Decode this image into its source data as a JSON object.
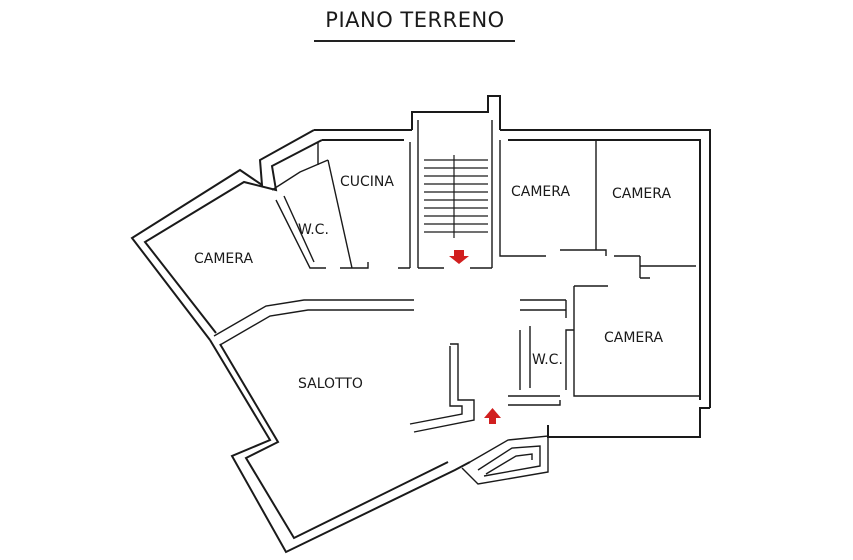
{
  "title": "PIANO TERRENO",
  "rooms": {
    "cucina": "CUCINA",
    "wc_top": "W.C.",
    "camera_left": "CAMERA",
    "camera_mid": "CAMERA",
    "camera_right": "CAMERA",
    "camera_lower_right": "CAMERA",
    "wc_bottom": "W.C.",
    "salotto": "SALOTTO"
  },
  "colors": {
    "arrow": "#d11f1f",
    "wall": "#1a1a1a",
    "background": "#ffffff"
  },
  "icons": {
    "stair_arrow": "arrow-down-icon",
    "entrance_arrow": "arrow-up-icon"
  }
}
